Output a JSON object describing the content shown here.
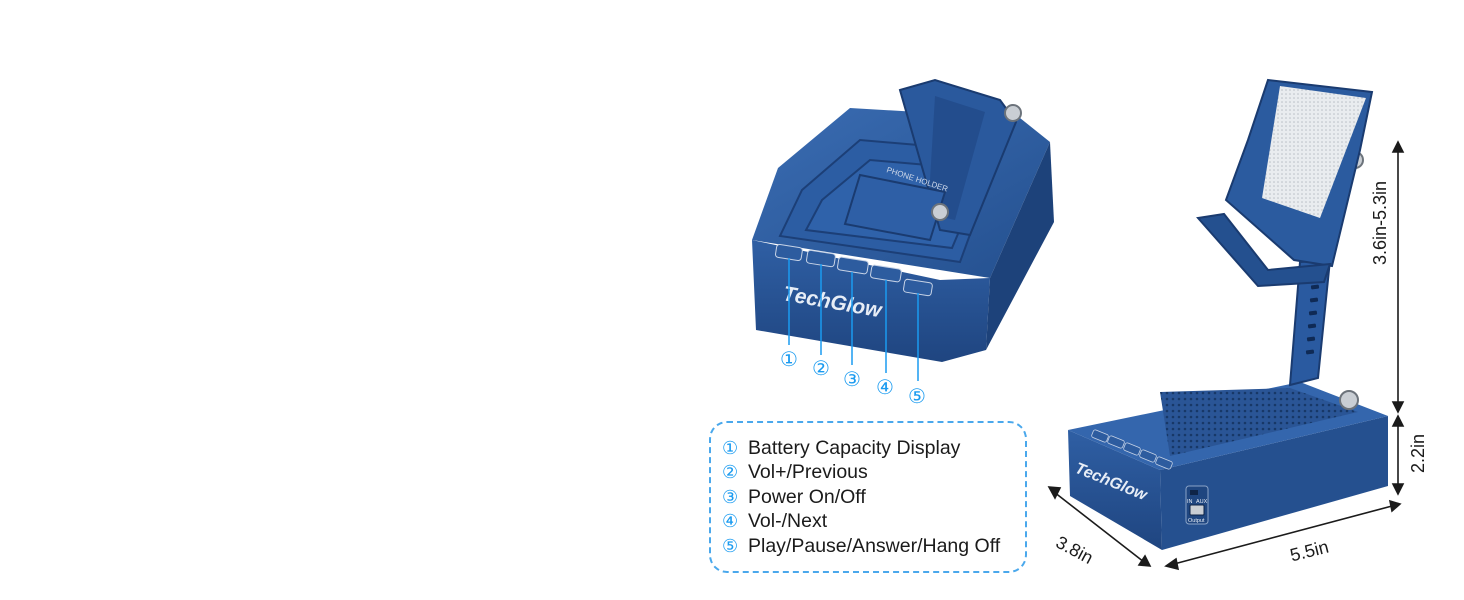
{
  "brand": {
    "logo_text": "TechGlow",
    "holder_text": "PHONE HOLDER"
  },
  "callouts": [
    "①",
    "②",
    "③",
    "④",
    "⑤"
  ],
  "legend": [
    {
      "num": "①",
      "text": "Battery Capacity Display"
    },
    {
      "num": "②",
      "text": "Vol+/Previous"
    },
    {
      "num": "③",
      "text": "Power On/Off"
    },
    {
      "num": "④",
      "text": "Vol-/Next"
    },
    {
      "num": "⑤",
      "text": "Play/Pause/Answer/Hang Off"
    }
  ],
  "ports": {
    "in_label": "IN",
    "aux_label": "AUX",
    "output_label": "Output"
  },
  "dimensions": {
    "height_range": "3.6in-5.3in",
    "base_height": "2.2in",
    "depth": "3.8in",
    "width": "5.5in"
  },
  "colors": {
    "body": "#2b5a9c",
    "callout": "#1a9bf0",
    "text": "#1b1b1b"
  }
}
